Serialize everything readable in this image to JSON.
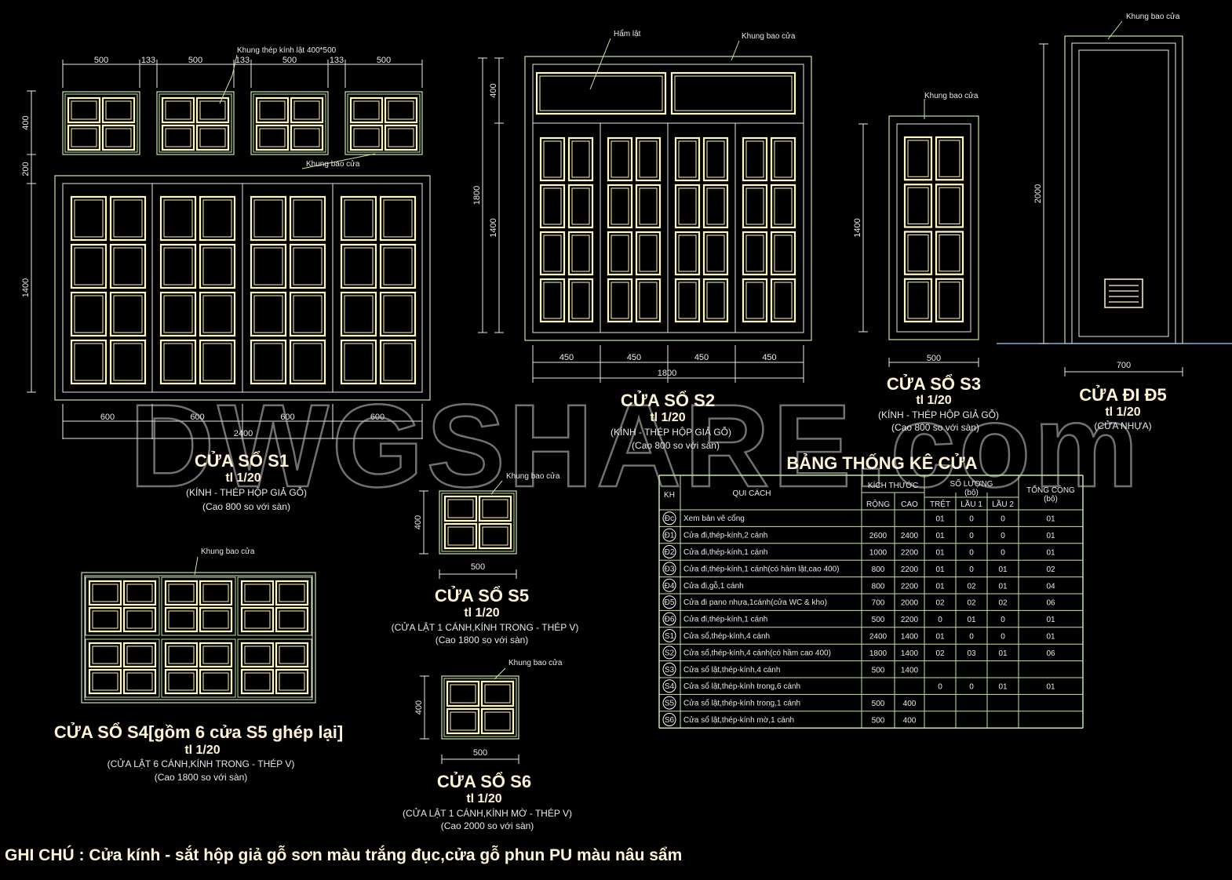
{
  "watermark": "DWGSHARE.com",
  "labels": {
    "khung_bao_cua": "Khung bao cửa",
    "ham_lat": "Hẩm lật",
    "khung_thep": "Khung thép kính lật 400*500"
  },
  "s1": {
    "title": "CỬA SỔ S1",
    "scale": "tl 1/20",
    "desc": "(KÍNH - THÉP HỘP GIẢ GỖ)",
    "height": "(Cao 800 so với sàn)",
    "top_dims": [
      "500",
      "133",
      "500",
      "133",
      "500",
      "133",
      "500"
    ],
    "bottom_dims": [
      "600",
      "600",
      "600",
      "600"
    ],
    "total": "2400",
    "left_dims": [
      "400",
      "200",
      "1400"
    ]
  },
  "s2": {
    "title": "CỬA SỔ S2",
    "scale": "tl 1/20",
    "desc": "(KÍNH - THÉP HỘP GIẢ GỖ)",
    "height": "(Cao 800 so với sàn)",
    "bottom_dims": [
      "450",
      "450",
      "450",
      "450"
    ],
    "total": "1800",
    "left_dims": [
      "400",
      "1400",
      "1800"
    ]
  },
  "s3": {
    "title": "CỬA SỔ S3",
    "scale": "tl 1/20",
    "desc": "(KÍNH - THÉP HỘP GIẢ GỖ)",
    "height": "(Cao 800 so với sàn)",
    "width": "500",
    "left_dim": "1400"
  },
  "d5": {
    "title": "CỬA ĐI Đ5",
    "scale": "tl 1/20",
    "desc": "(CỬA NHỰA)",
    "width": "700",
    "left_dim": "2000"
  },
  "s4": {
    "title": "CỬA SỔ S4[gồm 6 cửa S5 ghép lại]",
    "scale": "tl 1/20",
    "desc": "(CỬA LẬT 6 CÁNH,KÍNH TRONG - THÉP V)",
    "height": "(Cao 1800 so với sàn)"
  },
  "s5": {
    "title": "CỬA SỔ S5",
    "scale": "tl 1/20",
    "desc": "(CỬA LẬT 1 CÁNH,KÍNH TRONG - THÉP V)",
    "height": "(Cao 1800 so với sàn)",
    "width": "500",
    "left_dim": "400"
  },
  "s6": {
    "title": "CỬA SỔ S6",
    "scale": "tl 1/20",
    "desc": "(CỬA LẬT 1 CÁNH,KÍNH MỜ - THÉP V)",
    "height": "(Cao 2000 so với sàn)",
    "width": "500",
    "left_dim": "400"
  },
  "table": {
    "title": "BẢNG THỐNG KÊ CỬA",
    "headers": {
      "kh": "KH",
      "qui_cach": "QUI CÁCH",
      "kich_thuoc": "KÍCH THƯỚC",
      "rong": "RỘNG",
      "cao": "CAO",
      "so_luong": "SỐ LƯỢNG",
      "bo": "(bộ)",
      "tret": "TRỆT",
      "lau1": "LẦU 1",
      "lau2": "LẦU 2",
      "tong_cong": "TỔNG CỘNG",
      "tong_bo": "(bộ)"
    },
    "rows": [
      [
        "Đc",
        "Xem bản vẽ cổng",
        "",
        "",
        "01",
        "0",
        "0",
        "01"
      ],
      [
        "Đ1",
        "Cửa đi,thép-kính,2 cánh",
        "2600",
        "2400",
        "01",
        "0",
        "0",
        "01"
      ],
      [
        "Đ2",
        "Cửa đi,thép-kính,1 cánh",
        "1000",
        "2200",
        "01",
        "0",
        "0",
        "01"
      ],
      [
        "Đ3",
        "Cửa đi,thép-kính,1 cánh(có hàm lật,cao 400)",
        "800",
        "2200",
        "01",
        "0",
        "01",
        "02"
      ],
      [
        "Đ4",
        "Cửa đi,gỗ,1 cánh",
        "800",
        "2200",
        "01",
        "02",
        "01",
        "04"
      ],
      [
        "Đ5",
        "Cửa đi pano nhựa,1cánh(cửa WC & kho)",
        "700",
        "2000",
        "02",
        "02",
        "02",
        "06"
      ],
      [
        "Đ6",
        "Cửa đi,thép-kính,1 cánh",
        "500",
        "2200",
        "0",
        "01",
        "0",
        "01"
      ],
      [
        "S1",
        "Cửa sổ,thép-kính,4 cánh",
        "2400",
        "1400",
        "01",
        "0",
        "0",
        "01"
      ],
      [
        "S2",
        "Cửa sổ,thép-kính,4 cánh(có hầm cao 400)",
        "1800",
        "1400",
        "02",
        "03",
        "01",
        "06"
      ],
      [
        "S3",
        "Cửa sổ lật,thép-kính,4 cánh",
        "500",
        "1400",
        "",
        "",
        "",
        ""
      ],
      [
        "S4",
        "Cửa sổ lật,thép-kính trong,6 cánh",
        "",
        "",
        "0",
        "0",
        "01",
        "01"
      ],
      [
        "S5",
        "Cửa sổ lật,thép-kính trong,1 cánh",
        "500",
        "400",
        "",
        "",
        "",
        ""
      ],
      [
        "S6",
        "Cửa sổ lật,thép-kính mờ,1 cánh",
        "500",
        "400",
        "",
        "",
        "",
        ""
      ]
    ]
  },
  "note": "GHI CHÚ : Cửa kính - sắt hộp giả gỗ sơn màu trắng đục,cửa gỗ phun PU màu nâu sẩm",
  "colors": {
    "frame": "#c8e6a0",
    "pane": "#fff8c0",
    "dim": "#e8e8e8",
    "title": "#fff4d6"
  }
}
